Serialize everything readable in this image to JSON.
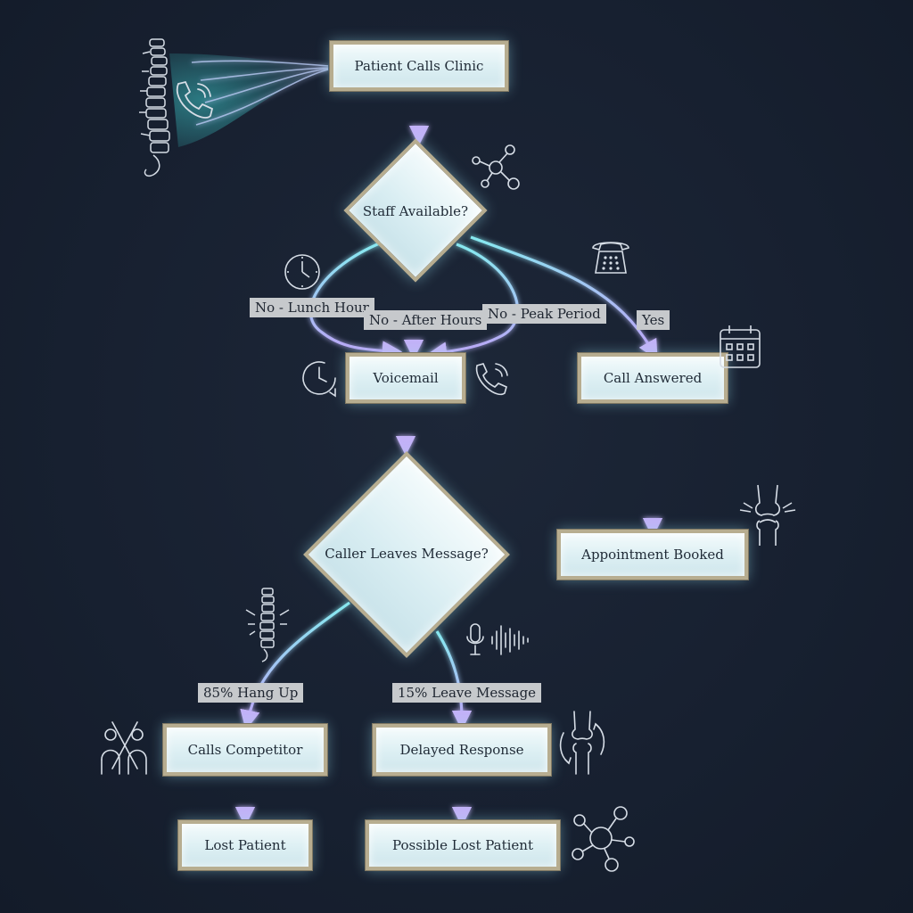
{
  "nodes": {
    "patient_calls_clinic": "Patient Calls Clinic",
    "staff_available": "Staff Available?",
    "voicemail": "Voicemail",
    "call_answered": "Call Answered",
    "caller_leaves_message": "Caller Leaves Message?",
    "appointment_booked": "Appointment Booked",
    "calls_competitor": "Calls Competitor",
    "delayed_response": "Delayed Response",
    "lost_patient": "Lost Patient",
    "possible_lost_patient": "Possible Lost Patient"
  },
  "edges": {
    "no_lunch_hour": "No - Lunch Hour",
    "no_after_hours": "No - After Hours",
    "no_peak_period": "No - Peak Period",
    "yes": "Yes",
    "hang_up": "85% Hang Up",
    "leave_message": "15% Leave Message"
  },
  "icons": [
    "spine-icon",
    "phone-call-icon",
    "network-icon",
    "clock-icon",
    "telephone-icon",
    "calendar-icon",
    "history-clock-icon",
    "phone-ringing-icon",
    "knee-joint-icon",
    "spine-pain-icon",
    "microphone-wave-icon",
    "people-cross-icon",
    "knee-rotate-icon",
    "network-nodes-icon"
  ],
  "colors": {
    "background": "#172030",
    "edge_cyan": "#7fe7ee",
    "edge_violet": "#b9a6f4",
    "node_border": "#b7ad90",
    "icon_line": "#d6dde6"
  }
}
